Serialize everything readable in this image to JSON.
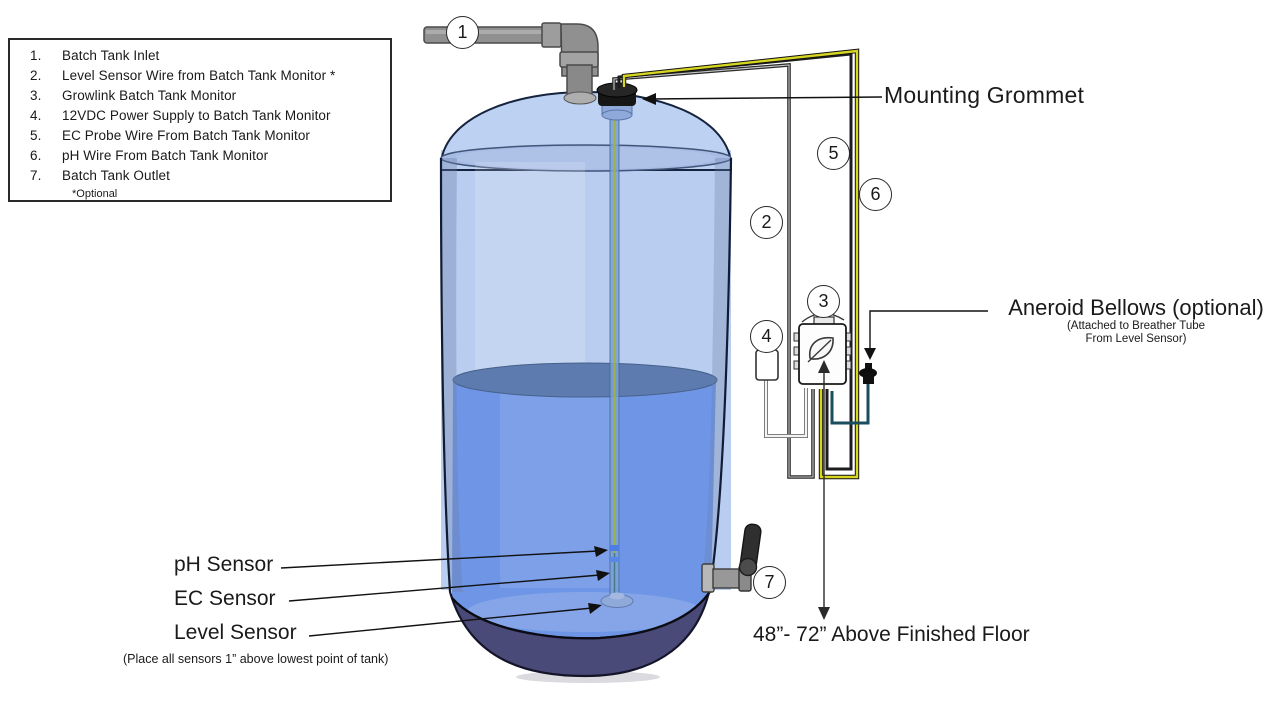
{
  "legend": {
    "items": [
      {
        "num": "1.",
        "label": "Batch Tank Inlet"
      },
      {
        "num": "2.",
        "label": "Level Sensor Wire from  Batch Tank Monitor *"
      },
      {
        "num": "3.",
        "label": "Growlink  Batch Tank Monitor"
      },
      {
        "num": "4.",
        "label": "12VDC Power Supply to  Batch Tank Monitor"
      },
      {
        "num": "5.",
        "label": "EC Probe Wire From  Batch Tank Monitor"
      },
      {
        "num": "6.",
        "label": "pH Wire From  Batch Tank Monitor"
      },
      {
        "num": "7.",
        "label": "Batch Tank Outlet"
      }
    ],
    "footnote": "*Optional"
  },
  "callouts": {
    "c1": "1",
    "c2": "2",
    "c3": "3",
    "c4": "4",
    "c5": "5",
    "c6": "6",
    "c7": "7"
  },
  "labels": {
    "mounting_grommet": "Mounting Grommet",
    "aneroid_title": "Aneroid Bellows (optional)",
    "aneroid_sub1": "(Attached to Breather Tube",
    "aneroid_sub2": "From Level Sensor)",
    "ph_sensor": "pH Sensor",
    "ec_sensor": "EC Sensor",
    "level_sensor": "Level Sensor",
    "sensor_note": "(Place all sensors 1” above lowest point of tank)",
    "floor_height": "48”- 72” Above Finished Floor"
  },
  "colors": {
    "ink": "#1a1a1a",
    "tank-light": "#b9cdf0",
    "tank-rim": "#a7bce4",
    "tank-edge": "#8fa7d2",
    "water": "#6f96e6",
    "water-surface": "#5d7bae",
    "floor-blue": "#7ba0e8",
    "base": "#4a4a78",
    "pipe": "#909090",
    "wire-yellow": "#d6d622",
    "wire-teal": "#1a4e5f",
    "wire-dark": "#222222",
    "probe-green": "#9cb44c",
    "tube-blue": "#7ea0d2"
  }
}
